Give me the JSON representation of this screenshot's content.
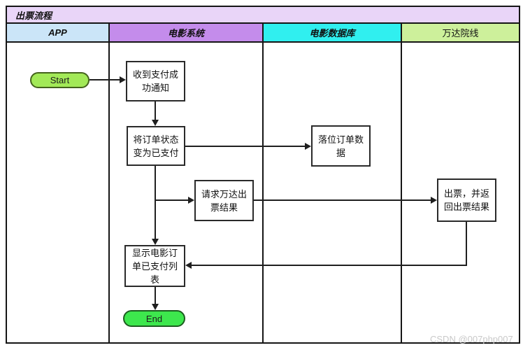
{
  "diagram": {
    "title": "出票流程",
    "type": "swimlane-flowchart",
    "watermark": "CSDN @007php007"
  },
  "colors": {
    "title_bar": "#e9d5f8",
    "lane_app": "#cbe5f8",
    "lane_movie_system": "#c48ceb",
    "lane_movie_db": "#30efef",
    "lane_wanda": "#cdf09b",
    "start_fill": "#a2e957",
    "end_fill": "#3de74d",
    "line": "#1f1f1f"
  },
  "lanes": [
    {
      "id": "app",
      "label": "APP"
    },
    {
      "id": "movie-system",
      "label": "电影系统"
    },
    {
      "id": "movie-db",
      "label": "电影数据库"
    },
    {
      "id": "wanda-cinema",
      "label": "万达院线"
    }
  ],
  "nodes": {
    "start": {
      "label": "Start",
      "type": "terminator",
      "lane": "APP"
    },
    "receive_payment_notice": {
      "label": "收到支付成功通知",
      "type": "process",
      "lane": "电影系统"
    },
    "set_order_paid": {
      "label": "将订单状态变为已支付",
      "type": "process",
      "lane": "电影系统"
    },
    "store_order_data": {
      "label": "落位订单数据",
      "type": "process",
      "lane": "电影数据库"
    },
    "request_wanda_ticket": {
      "label": "请求万达出票结果",
      "type": "process",
      "lane": "电影系统"
    },
    "issue_ticket_return": {
      "label": "出票，并返回出票结果",
      "type": "process",
      "lane": "万达院线"
    },
    "show_paid_orders": {
      "label": "显示电影订单已支付列表",
      "type": "process",
      "lane": "电影系统"
    },
    "end": {
      "label": "End",
      "type": "terminator",
      "lane": "电影系统"
    }
  },
  "edges": [
    {
      "from": "start",
      "to": "receive_payment_notice"
    },
    {
      "from": "receive_payment_notice",
      "to": "set_order_paid"
    },
    {
      "from": "set_order_paid",
      "to": "store_order_data"
    },
    {
      "from": "set_order_paid",
      "to": "request_wanda_ticket"
    },
    {
      "from": "set_order_paid",
      "to": "show_paid_orders"
    },
    {
      "from": "request_wanda_ticket",
      "to": "issue_ticket_return"
    },
    {
      "from": "issue_ticket_return",
      "to": "show_paid_orders"
    },
    {
      "from": "show_paid_orders",
      "to": "end"
    }
  ]
}
